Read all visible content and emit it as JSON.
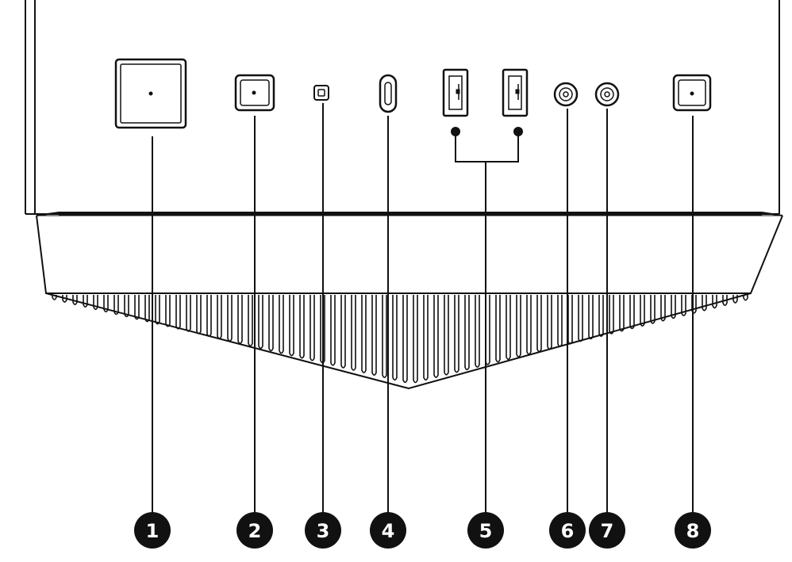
{
  "diagram": {
    "subject": "front I/O panel",
    "colors": {
      "line": "#111111",
      "background": "#ffffff",
      "callout_fill": "#111111",
      "callout_text": "#ffffff"
    }
  },
  "callouts": [
    {
      "number": "1",
      "component": "power-button"
    },
    {
      "number": "2",
      "component": "reset-button"
    },
    {
      "number": "3",
      "component": "status-led"
    },
    {
      "number": "4",
      "component": "usb-c-port"
    },
    {
      "number": "5",
      "component": "usb-a-ports"
    },
    {
      "number": "6",
      "component": "audio-jack"
    },
    {
      "number": "7",
      "component": "audio-jack"
    },
    {
      "number": "8",
      "component": "led-button"
    }
  ]
}
